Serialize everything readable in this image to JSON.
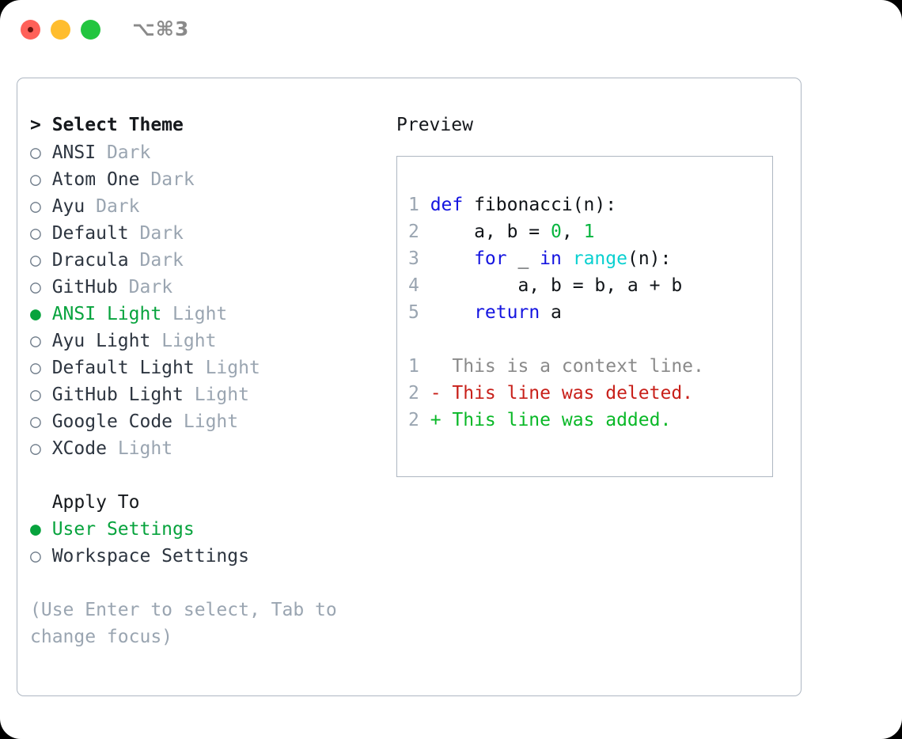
{
  "titlebar": {
    "shortcut": "⌥⌘3",
    "buttons": {
      "close": "close",
      "minimize": "minimize",
      "maximize": "maximize"
    }
  },
  "theme_picker": {
    "heading": "> Select Theme",
    "selected_bullet": "●",
    "unselected_bullet": "○",
    "items": [
      {
        "bullet": "○",
        "name": "ANSI",
        "variant": "Dark",
        "selected": false
      },
      {
        "bullet": "○",
        "name": "Atom One",
        "variant": "Dark",
        "selected": false
      },
      {
        "bullet": "○",
        "name": "Ayu",
        "variant": "Dark",
        "selected": false
      },
      {
        "bullet": "○",
        "name": "Default",
        "variant": "Dark",
        "selected": false
      },
      {
        "bullet": "○",
        "name": "Dracula",
        "variant": "Dark",
        "selected": false
      },
      {
        "bullet": "○",
        "name": "GitHub",
        "variant": "Dark",
        "selected": false
      },
      {
        "bullet": "●",
        "name": "ANSI Light",
        "variant": "Light",
        "selected": true
      },
      {
        "bullet": "○",
        "name": "Ayu Light",
        "variant": "Light",
        "selected": false
      },
      {
        "bullet": "○",
        "name": "Default Light",
        "variant": "Light",
        "selected": false
      },
      {
        "bullet": "○",
        "name": "GitHub Light",
        "variant": "Light",
        "selected": false
      },
      {
        "bullet": "○",
        "name": "Google Code",
        "variant": "Light",
        "selected": false
      },
      {
        "bullet": "○",
        "name": "XCode",
        "variant": "Light",
        "selected": false
      }
    ]
  },
  "apply_to": {
    "heading": "  Apply To",
    "items": [
      {
        "bullet": "●",
        "name": "User Settings",
        "selected": true
      },
      {
        "bullet": "○",
        "name": "Workspace Settings",
        "selected": false
      }
    ]
  },
  "hint": "(Use Enter to select, Tab to change focus)",
  "preview": {
    "title": "Preview",
    "code": [
      {
        "n": "1",
        "tokens": [
          {
            "t": "def",
            "c": "kw"
          },
          {
            "t": " fibonacci(n):",
            "c": "plain"
          }
        ]
      },
      {
        "n": "2",
        "tokens": [
          {
            "t": "    a, b = ",
            "c": "plain"
          },
          {
            "t": "0",
            "c": "num"
          },
          {
            "t": ", ",
            "c": "plain"
          },
          {
            "t": "1",
            "c": "num"
          }
        ]
      },
      {
        "n": "3",
        "tokens": [
          {
            "t": "    ",
            "c": "plain"
          },
          {
            "t": "for",
            "c": "kw"
          },
          {
            "t": " _ ",
            "c": "plain"
          },
          {
            "t": "in",
            "c": "kw"
          },
          {
            "t": " ",
            "c": "plain"
          },
          {
            "t": "range",
            "c": "fn"
          },
          {
            "t": "(n):",
            "c": "plain"
          }
        ]
      },
      {
        "n": "4",
        "tokens": [
          {
            "t": "        a, b = b, a + b",
            "c": "plain"
          }
        ]
      },
      {
        "n": "5",
        "tokens": [
          {
            "t": "    ",
            "c": "plain"
          },
          {
            "t": "return",
            "c": "kw"
          },
          {
            "t": " a",
            "c": "plain"
          }
        ]
      }
    ],
    "diff": [
      {
        "n": "1",
        "marker": " ",
        "text": "  This is a context line.",
        "kind": "diff-ctx"
      },
      {
        "n": "2",
        "marker": "-",
        "text": "- This line was deleted.",
        "kind": "diff-del"
      },
      {
        "n": "2",
        "marker": "+",
        "text": "+ This line was added.",
        "kind": "diff-add"
      }
    ]
  },
  "colors": {
    "accent_green": "#07a33d",
    "muted": "#9aa5b1",
    "text": "#2d3540",
    "keyword_blue": "#1414e0",
    "function_cyan": "#0ad0d0",
    "number_green": "#07b53f",
    "diff_delete_red": "#c8201a",
    "diff_add_green": "#09b827",
    "border": "#aeb7c2"
  }
}
